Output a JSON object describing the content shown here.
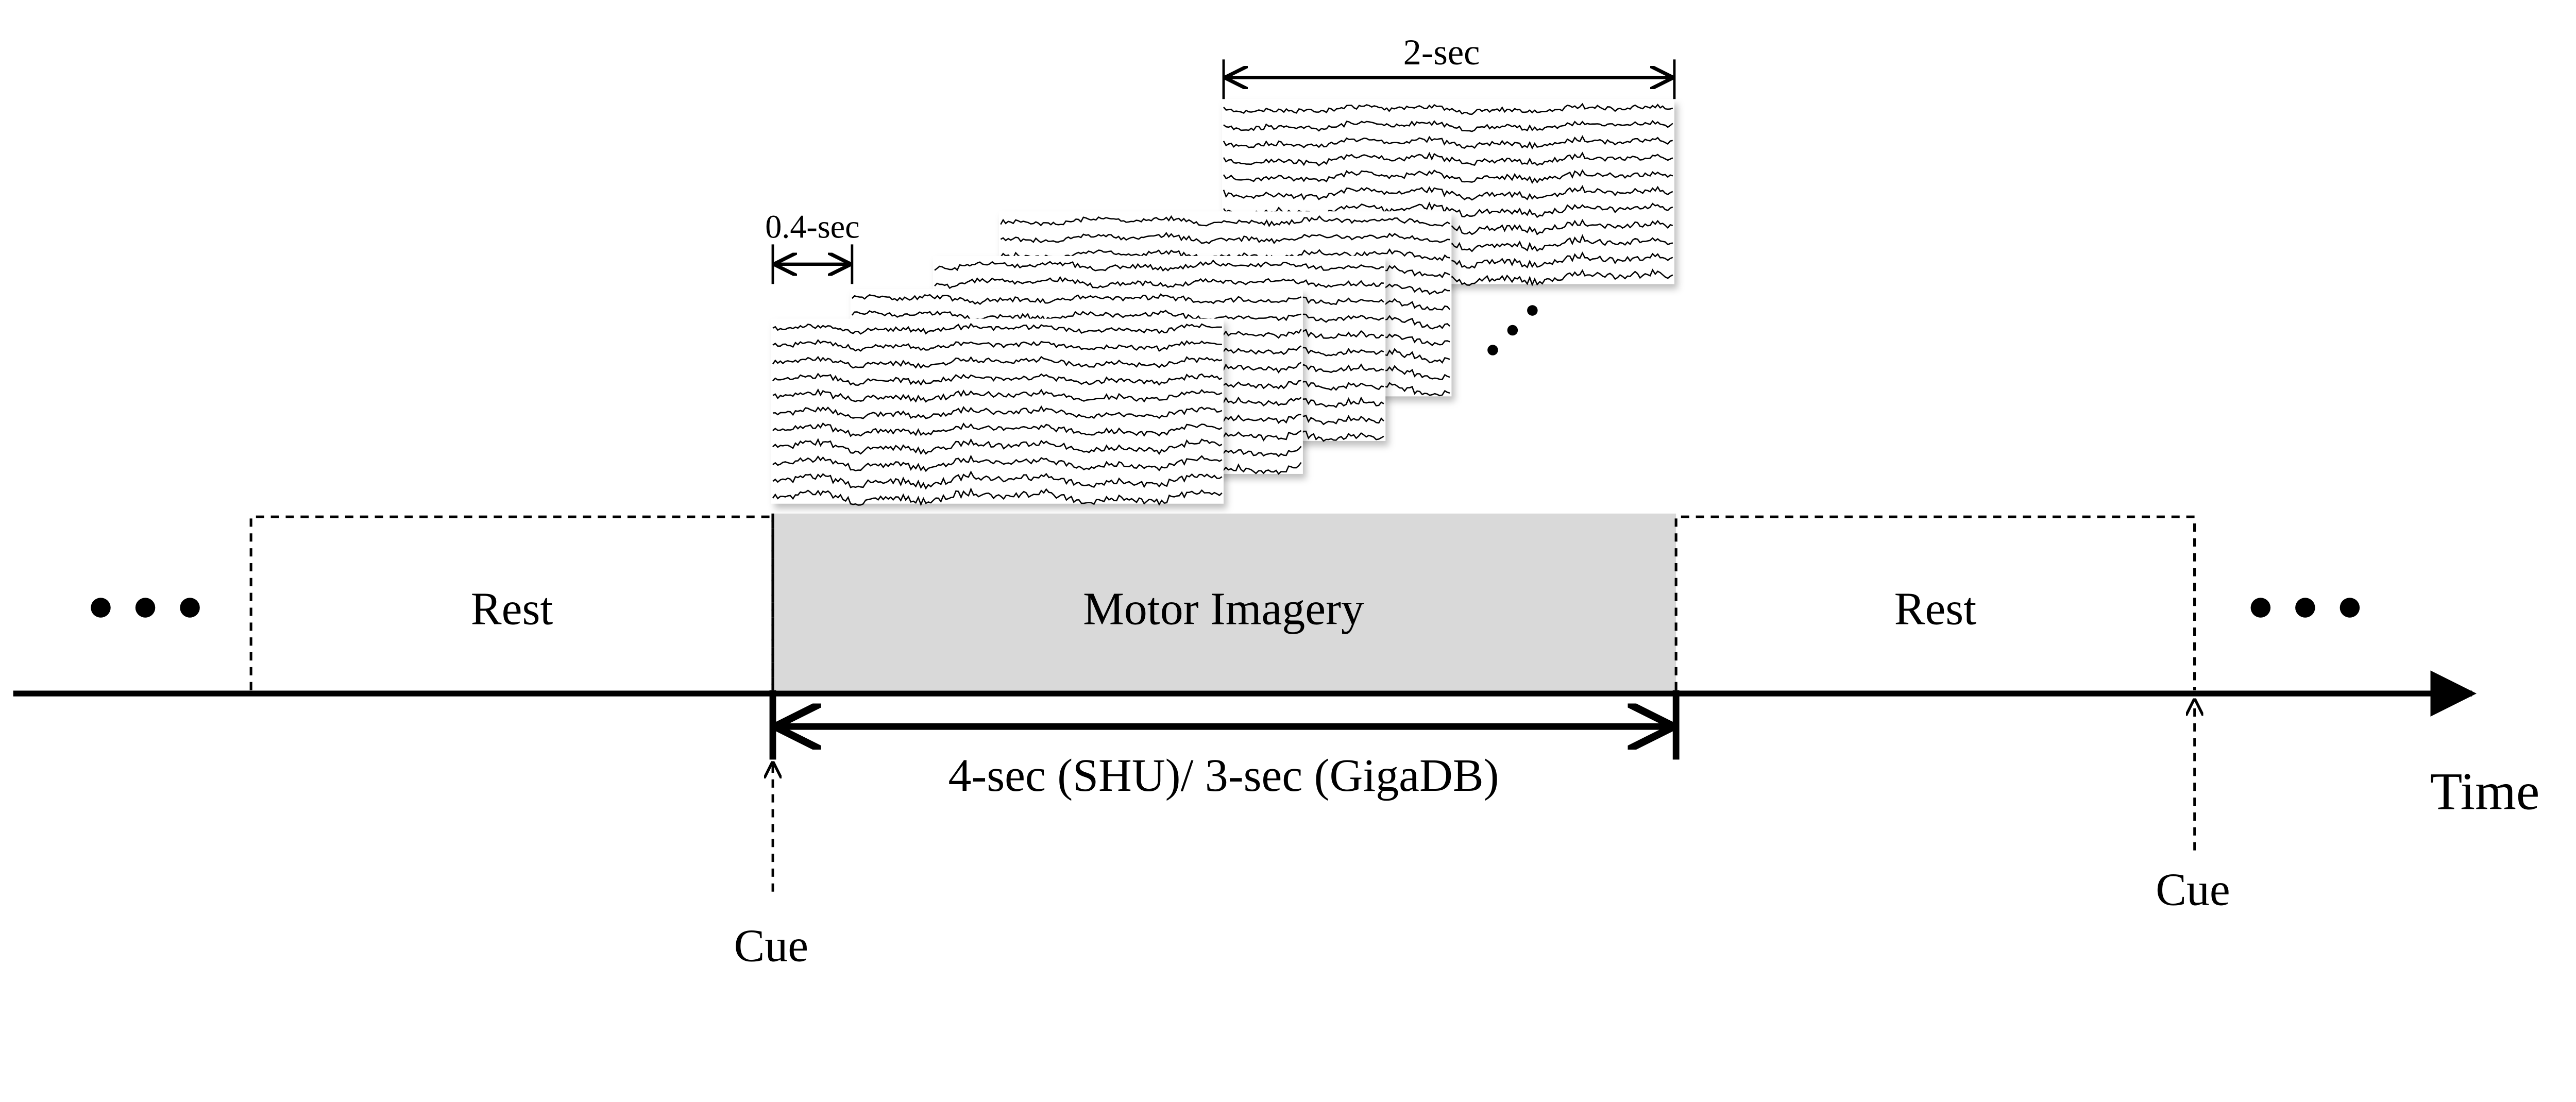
{
  "labels": {
    "rest_left": "Rest",
    "motor_imagery": "Motor Imagery",
    "rest_right": "Rest",
    "duration": "4-sec (SHU)/ 3-sec (GigaDB)",
    "time_axis": "Time",
    "cue_left": "Cue",
    "cue_right": "Cue",
    "window_length": "2-sec",
    "window_step": "0.4-sec"
  },
  "colors": {
    "motor_imagery_fill": "#d9d9d9",
    "line": "#000000"
  },
  "eeg": {
    "window_count_shown": 5,
    "channels_per_window": 11
  }
}
